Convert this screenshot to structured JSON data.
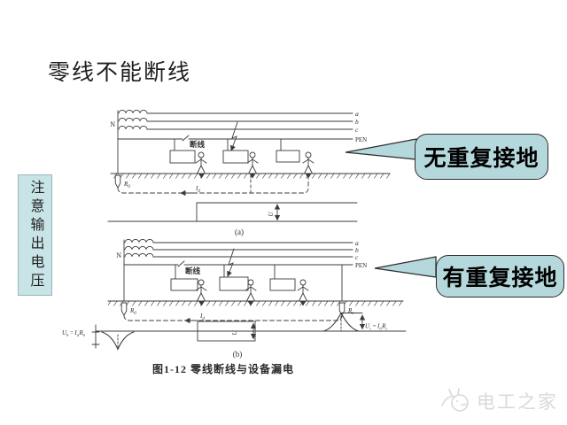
{
  "slide": {
    "title": "零线不能断线"
  },
  "side_note": {
    "text": "注意输出电压"
  },
  "callouts": {
    "top": "无重复接地",
    "bottom": "有重复接地"
  },
  "diagram": {
    "caption": "图1-12  零线断线与设备漏电",
    "n_label": "N",
    "phase_a": "a",
    "phase_b": "b",
    "phase_c": "c",
    "pen_label": "PEN",
    "break_label": "断线",
    "r_base": "R",
    "r0_sub": "0",
    "rc_sub": "c",
    "i_base": "I",
    "i_sub": "d",
    "u_label": "U",
    "part_a": "(a)",
    "part_b": "(b)",
    "eq_left": {
      "u": "U",
      "u_sub": "0",
      "eq": "=",
      "i": "I",
      "i_sub": "d",
      "r": "R",
      "r_sub": "0"
    },
    "eq_right": {
      "u": "U",
      "u_sub": "c",
      "eq": "=",
      "i": "I",
      "i_sub": "d",
      "r": "R",
      "r_sub": "c"
    }
  },
  "watermark": {
    "text": "电工之家"
  },
  "colors": {
    "callout_bg": "#b5d8dc",
    "note_bg": "#c9e4e6",
    "diagram_ink": "#3b3b3b",
    "watermark_gray": "#d9d9d9"
  }
}
